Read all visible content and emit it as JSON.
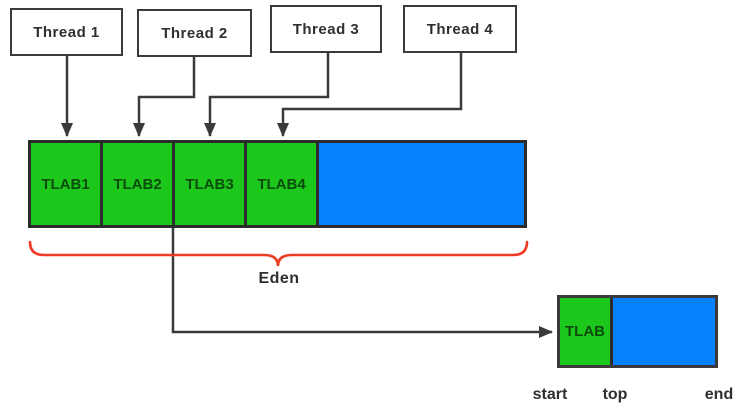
{
  "threads": [
    {
      "label": "Thread 1"
    },
    {
      "label": "Thread 2"
    },
    {
      "label": "Thread 3"
    },
    {
      "label": "Thread 4"
    }
  ],
  "eden_bar": {
    "cells": [
      {
        "label": "TLAB1"
      },
      {
        "label": "TLAB2"
      },
      {
        "label": "TLAB3"
      },
      {
        "label": "TLAB4"
      }
    ]
  },
  "eden_label": "Eden",
  "tlab_box": {
    "label": "TLAB"
  },
  "pointers": {
    "start": "start",
    "top": "top",
    "end": "end"
  },
  "colors": {
    "green": "#1dc81d",
    "blue": "#0680fb",
    "red": "#ee3b26",
    "line": "#3a3a3a",
    "text_dark": "#2f2f2f",
    "tlab_text": "#0b4b0b",
    "bg": "#ffffff"
  }
}
